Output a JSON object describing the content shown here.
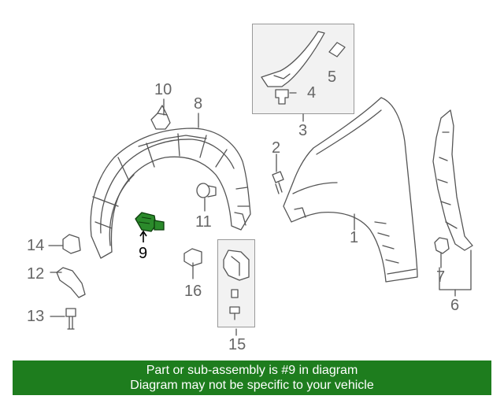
{
  "callouts": {
    "c1": "1",
    "c2": "2",
    "c3": "3",
    "c4": "4",
    "c5": "5",
    "c6": "6",
    "c7": "7",
    "c8": "8",
    "c9": "9",
    "c10": "10",
    "c11": "11",
    "c12": "12",
    "c13": "13",
    "c14": "14",
    "c15": "15",
    "c16": "16"
  },
  "highlighted_part": "9",
  "colors": {
    "highlight": "#2b8a2b",
    "banner": "#1e7d1e",
    "line": "#555555",
    "label": "#666666"
  },
  "banner": {
    "line1": "Part or sub-assembly is #9 in diagram",
    "line2": "Diagram may not be specific to your vehicle"
  }
}
